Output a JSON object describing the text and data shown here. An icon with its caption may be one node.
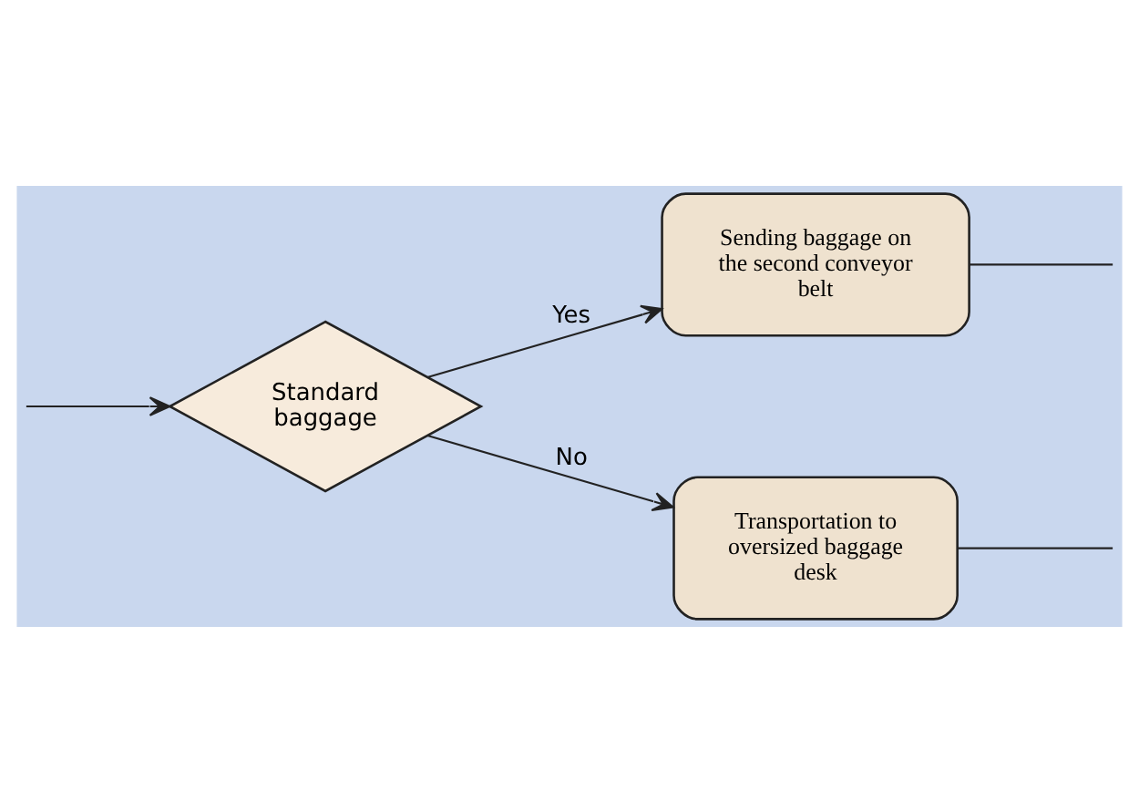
{
  "diagram": {
    "nodes": [
      {
        "text": [
          "Standard baggage"
        ]
      },
      {
        "text": [
          "Sending baggage on the second conveyor belt"
        ]
      },
      {
        "text": [
          "Transportation to oversized baggage desk"
        ]
      }
    ],
    "edges": [
      {
        "from": null,
        "to": 0,
        "arrow": "to"
      },
      {
        "from": 0,
        "to": 1,
        "arrow": "to",
        "label": "Yes"
      },
      {
        "from": 0,
        "to": 2,
        "arrow": "to",
        "label": "No"
      },
      {
        "from": 1,
        "to": null,
        "arrow": "none"
      },
      {
        "from": 2,
        "to": null,
        "arrow": "none"
      }
    ]
  }
}
